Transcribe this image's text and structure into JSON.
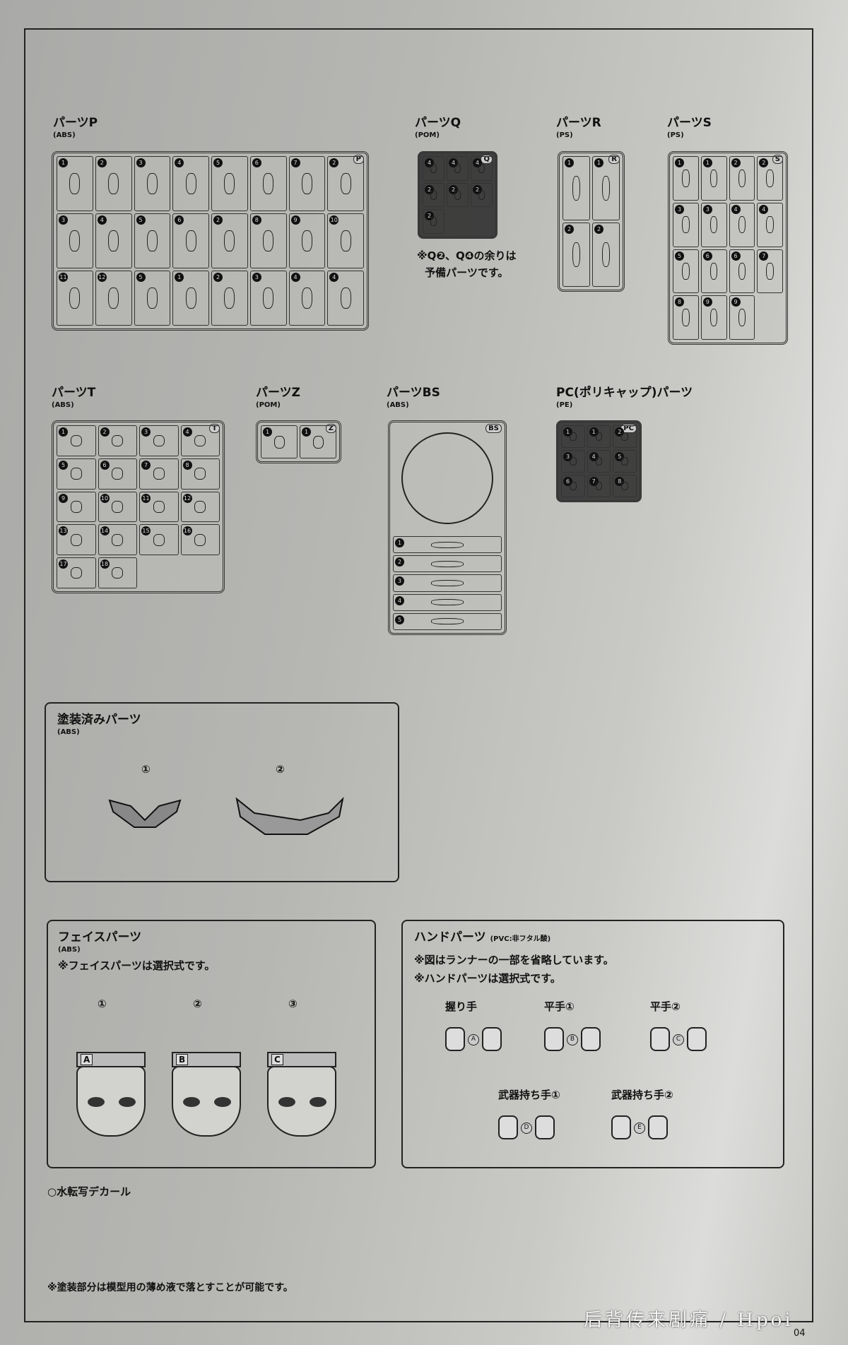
{
  "parts": [
    {
      "name": "パーツP",
      "material": "(ABS)",
      "tag": "P",
      "cells": [
        1,
        2,
        3,
        4,
        5,
        6,
        7,
        2,
        3,
        4,
        5,
        6,
        2,
        8,
        9,
        10,
        11,
        12,
        5,
        1,
        2,
        3,
        4,
        4
      ]
    },
    {
      "name": "パーツQ",
      "material": "(POM)",
      "tag": "Q",
      "cells": [
        4,
        4,
        4,
        2,
        2,
        2,
        2
      ]
    },
    {
      "name": "パーツR",
      "material": "(PS)",
      "tag": "R",
      "cells": [
        1,
        1,
        2,
        2
      ]
    },
    {
      "name": "パーツS",
      "material": "(PS)",
      "tag": "S",
      "cells": [
        1,
        1,
        2,
        2,
        3,
        3,
        4,
        4,
        5,
        6,
        6,
        7,
        8,
        9,
        9
      ]
    },
    {
      "name": "パーツT",
      "material": "(ABS)",
      "tag": "T",
      "cells": [
        1,
        2,
        3,
        4,
        5,
        6,
        7,
        8,
        9,
        10,
        11,
        12,
        13,
        14,
        15,
        16,
        17,
        18
      ]
    },
    {
      "name": "パーツZ",
      "material": "(POM)",
      "tag": "Z",
      "cells": [
        1,
        1
      ]
    },
    {
      "name": "パーツBS",
      "material": "(ABS)",
      "tag": "BS",
      "cells": [
        1,
        2,
        3,
        4,
        5
      ]
    },
    {
      "name": "PC(ポリキャップ)パーツ",
      "material": "(PE)",
      "tag": "PC",
      "cells": [
        1,
        1,
        2,
        3,
        4,
        5,
        6,
        7,
        8
      ]
    }
  ],
  "q_note": [
    "※Q❷、Q❹の余りは",
    "予備パーツです。"
  ],
  "painted": {
    "title": "塗装済みパーツ",
    "material": "(ABS)",
    "items": [
      "①",
      "②"
    ]
  },
  "face": {
    "title": "フェイスパーツ",
    "material": "(ABS)",
    "note": "※フェイスパーツは選択式です。",
    "items": [
      {
        "num": "①",
        "letter": "A"
      },
      {
        "num": "②",
        "letter": "B"
      },
      {
        "num": "③",
        "letter": "C"
      }
    ]
  },
  "hand": {
    "title": "ハンドパーツ",
    "material": "(PVC:非フタル酸)",
    "notes": [
      "※図はランナーの一部を省略しています。",
      "※ハンドパーツは選択式です。"
    ],
    "items": [
      {
        "label": "握り手",
        "letter": "A"
      },
      {
        "label": "平手①",
        "letter": "B"
      },
      {
        "label": "平手②",
        "letter": "C"
      },
      {
        "label": "武器持ち手①",
        "letter": "D"
      },
      {
        "label": "武器持ち手②",
        "letter": "E"
      }
    ]
  },
  "decal": "○水転写デカール",
  "footer_note": "※塗装部分は模型用の薄め液で落とすことが可能です。",
  "watermark": "后背传来剧痛 / Hpoi",
  "page_number": "04"
}
